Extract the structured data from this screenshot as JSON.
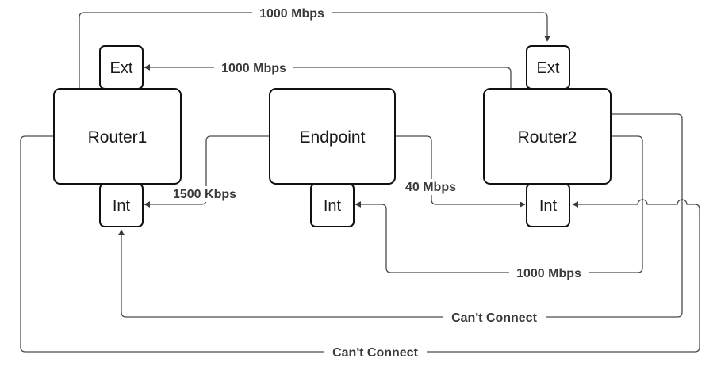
{
  "nodes": {
    "router1": {
      "label": "Router1"
    },
    "endpoint": {
      "label": "Endpoint"
    },
    "router2": {
      "label": "Router2"
    }
  },
  "ports": {
    "router1_ext": "Ext",
    "router1_int": "Int",
    "endpoint_int": "Int",
    "router2_ext": "Ext",
    "router2_int": "Int"
  },
  "links": [
    {
      "label": "1000 Mbps",
      "from": "Router1",
      "to": "Router2 Ext"
    },
    {
      "label": "1000 Mbps",
      "from": "Router2",
      "to": "Router1 Ext"
    },
    {
      "label": "1500 Kbps",
      "from": "Endpoint",
      "to": "Router1 Int"
    },
    {
      "label": "40 Mbps",
      "from": "Endpoint",
      "to": "Router2 Int"
    },
    {
      "label": "1000 Mbps",
      "from": "Router2",
      "to": "Endpoint Int"
    },
    {
      "label": "Can't Connect",
      "from": "Router2",
      "to": "Router1 Int"
    },
    {
      "label": "Can't Connect",
      "from": "Router1",
      "to": "Router2 Int"
    }
  ]
}
